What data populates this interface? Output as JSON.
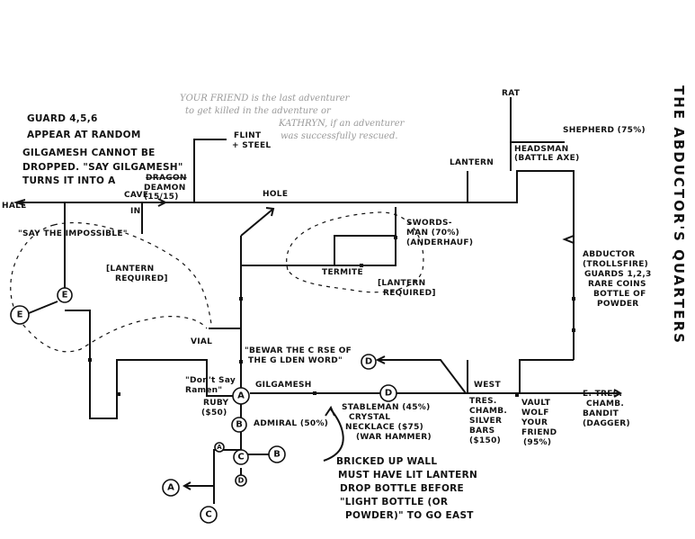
{
  "title": "THE ABDUCTOR'S QUARTERS",
  "pencil_note": [
    "YOUR FRIEND is the last adventurer",
    "to get killed in the adventure or",
    "KATHRYN, if an adventurer",
    "was successfully rescued."
  ],
  "notes": {
    "guards": [
      "GUARD 4,5,6",
      "APPEAR AT RANDOM"
    ],
    "gilgamesh": [
      "GILGAMESH CANNOT BE",
      "DROPPED. \"SAY GILGAMESH\"",
      "TURNS IT INTO A"
    ],
    "gilgamesh_struck": "DRAGON",
    "gilgamesh_tail": [
      "DEAMON",
      "(15/15)"
    ],
    "bricked": [
      "BRICKED UP WALL",
      "MUST HAVE LIT LANTERN",
      "DROP BOTTLE BEFORE",
      "\"LIGHT BOTTLE (OR",
      "POWDER)\" TO GO EAST"
    ]
  },
  "labels": {
    "hall": "HALL",
    "cave_in": [
      "CAVE",
      "IN"
    ],
    "flint": [
      "FLINT",
      "+ STEEL"
    ],
    "hole": "HOLE",
    "rat": "RAT",
    "shepherd": "SHEPHERD (75%)",
    "headsman": [
      "HEADSMAN",
      "(BATTLE AXE)"
    ],
    "lantern": "LANTERN",
    "swordsman": [
      "SWORDS-",
      "MAN (70%)",
      "(ANDERHAUF)"
    ],
    "termite": "TERMITE",
    "lantern_req_right": [
      "[LANTERN",
      "REQUIRED]"
    ],
    "lantern_req_left": [
      "[LANTERN",
      "REQUIRED]"
    ],
    "impossible": "\"SAY THE IMPOSSIBLE\"",
    "vial": "VIAL",
    "beware": [
      "\"BEWAR THE C RSE OF",
      "THE G LDEN WORD\""
    ],
    "dont_say": [
      "\"Don't Say",
      "Ramen\""
    ],
    "ruby": [
      "RUBY",
      "($50)"
    ],
    "gilgamesh": "GILGAMESH",
    "admiral": "ADMIRAL (50%)",
    "stableman": [
      "STABLEMAN (45%)",
      "CRYSTAL",
      "NECKLACE ($75)",
      "(WAR HAMMER)"
    ],
    "west": "WEST",
    "tres_chamb_w": [
      "TRES.",
      "CHAMB.",
      "SILVER",
      "BARS",
      "($150)"
    ],
    "vault": [
      "VAULT",
      "WOLF",
      "YOUR",
      "FRIEND",
      "(95%)"
    ],
    "e_tres": [
      "E. TRES.",
      "CHAMB.",
      "BANDIT",
      "(DAGGER)"
    ],
    "abductor": [
      "ABDUCTOR",
      "(TROLLSFIRE)",
      "GUARDS 1,2,3",
      "RARE COINS",
      "BOTTLE OF",
      "POWDER"
    ]
  },
  "nodes": {
    "a_main": "A",
    "b_main": "B",
    "c_main": "C",
    "d_main": "D",
    "b_right": "B",
    "d_low": "D",
    "a_small": "A",
    "a_left": "A",
    "c_low": "C",
    "d_top": "D",
    "e_left": "E",
    "e_mid": "E"
  }
}
